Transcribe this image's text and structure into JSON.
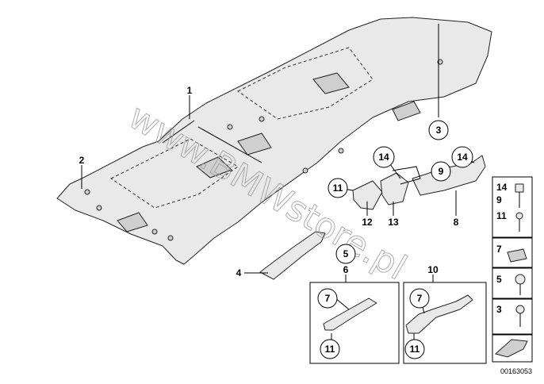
{
  "callouts": {
    "c1": "1",
    "c2": "2",
    "c3": "3",
    "c4": "4",
    "c5": "5",
    "c6": "6",
    "c7a": "7",
    "c7b": "7",
    "c8": "8",
    "c9": "9",
    "c10": "10",
    "c11a": "11",
    "c11b": "11",
    "c11c": "11",
    "c12": "12",
    "c13": "13",
    "c14a": "14",
    "c14b": "14"
  },
  "legend": {
    "r1a": "14",
    "r1b": "9",
    "r2": "11",
    "r3": "7",
    "r4": "5",
    "r5": "3"
  },
  "watermark": "www.BMWstore.pl",
  "diagram_code": "00163053"
}
